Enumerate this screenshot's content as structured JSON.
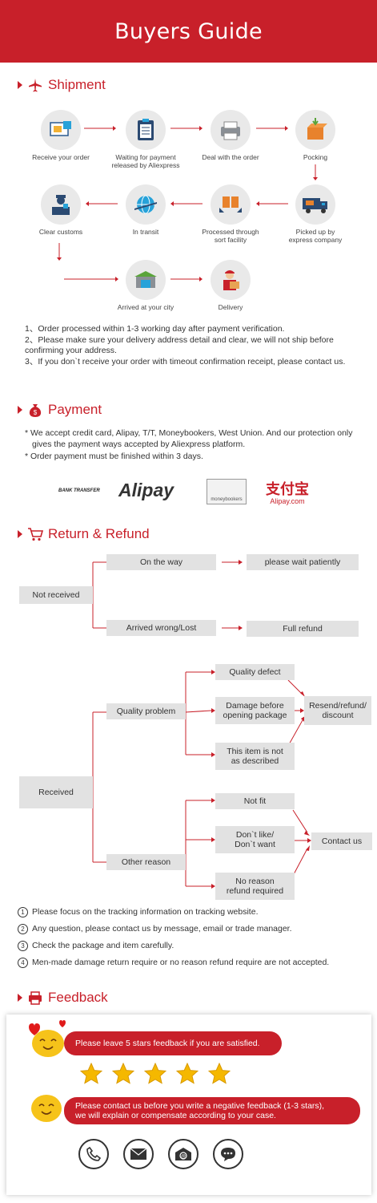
{
  "header": {
    "title": "Buyers Guide"
  },
  "colors": {
    "accent": "#c8202a",
    "box_gray": "#e2e2e2",
    "circle_gray": "#e9e9e9"
  },
  "shipment": {
    "title": "Shipment",
    "icon": "airplane-icon",
    "steps": [
      {
        "label": "Receive your order",
        "icon": "order-card-icon"
      },
      {
        "label": "Waiting for payment\nreleased by Aliexpress",
        "icon": "clipboard-icon"
      },
      {
        "label": "Deal with the order",
        "icon": "printer-icon"
      },
      {
        "label": "Pocking",
        "icon": "package-box-icon"
      },
      {
        "label": "Picked up by\nexpress company",
        "icon": "delivery-truck-icon"
      },
      {
        "label": "Processed through\nsort facility",
        "icon": "sorting-boxes-icon"
      },
      {
        "label": "In transit",
        "icon": "globe-plane-icon"
      },
      {
        "label": "Clear customs",
        "icon": "customs-officer-icon"
      },
      {
        "label": "Arrived at your city",
        "icon": "city-building-icon"
      },
      {
        "label": "Delivery",
        "icon": "courier-icon"
      }
    ],
    "notes": [
      "1、Order processed within 1-3 working day after payment verification.",
      "2、Please make sure your delivery address detail and clear, we will not ship before confirming your address.",
      "3、If you don`t receive your order with timeout confirmation receipt, please contact us."
    ]
  },
  "payment": {
    "title": "Payment",
    "icon": "money-bag-icon",
    "bullets": [
      "* We accept credit card, Alipay, T/T, Moneybookers, West Union. And our protection only gives the payment ways accepted by Aliexpress platform.",
      "* Order payment must be finished within 3 days."
    ],
    "logos": {
      "bank_transfer": "BANK TRANSFER",
      "alipay": "Alipay",
      "moneybookers": "moneybookers",
      "zhifubao": "支付宝",
      "zhifubao_sub": "Alipay.com"
    }
  },
  "refund": {
    "title": "Return & Refund",
    "icon": "shopping-cart-icon",
    "not_received": "Not received",
    "on_the_way": "On the way",
    "please_wait": "please wait patiently",
    "arrived_wrong": "Arrived wrong/Lost",
    "full_refund": "Full refund",
    "received": "Received",
    "quality_problem": "Quality problem",
    "quality_defect": "Quality defect",
    "damage_before": "Damage before\nopening package",
    "not_as_described": "This item is not\nas described",
    "resend": "Resend/refund/\ndiscount",
    "other_reason": "Other reason",
    "not_fit": "Not fit",
    "dont_like": "Don`t like/\nDon`t want",
    "no_reason": "No reason\nrefund required",
    "contact_us": "Contact us"
  },
  "tips": [
    {
      "num": "1",
      "text": "Please focus on the tracking information on tracking website."
    },
    {
      "num": "2",
      "text": "Any question, please contact us by message, email or trade manager."
    },
    {
      "num": "3",
      "text": "Check the package and item carefully."
    },
    {
      "num": "4",
      "text": "Men-made damage return require or no reason refund require are not accepted."
    }
  ],
  "feedback": {
    "title": "Feedback",
    "icon": "printer-feedback-icon",
    "positive": "Please leave 5 stars feedback if you are satisfied.",
    "stars": 5,
    "negative": "Please contact us before you write a negative feedback (1-3 stars),\nwe will explain or compensate according to your case.",
    "contact_icons": [
      "phone-icon",
      "mail-icon",
      "email-at-icon",
      "chat-icon"
    ]
  }
}
